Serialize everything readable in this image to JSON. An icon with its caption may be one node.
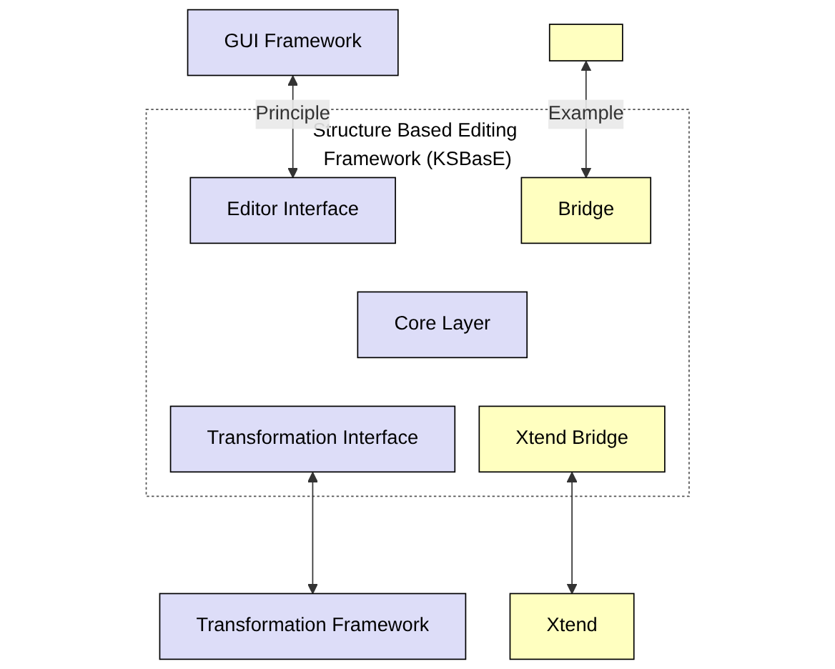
{
  "diagram": {
    "nodes": [
      {
        "text": [
          "GUI Framework"
        ]
      },
      {
        "text": [],
        "shape": "box"
      },
      {
        "text": [
          "Structure Based Editing Framework (KSBasE)"
        ]
      },
      {
        "text": [
          "Editor Interface"
        ],
        "in": 2
      },
      {
        "text": [
          "Bridge"
        ],
        "in": 2
      },
      {
        "text": [
          "Core Layer"
        ],
        "in": 2
      },
      {
        "text": [
          "Transformation Interface"
        ],
        "in": 2
      },
      {
        "text": [
          "Xtend Bridge"
        ],
        "in": 2
      },
      {
        "text": [
          "Transformation Framework"
        ]
      },
      {
        "text": [
          "Xtend"
        ]
      }
    ],
    "edges": [
      {
        "from": 0,
        "to": 3,
        "arrow": "both",
        "label": "Principle"
      },
      {
        "from": 1,
        "to": 4,
        "arrow": "both",
        "label": "Example"
      },
      {
        "from": 6,
        "to": 8,
        "arrow": "both"
      },
      {
        "from": 7,
        "to": 9,
        "arrow": "both"
      }
    ]
  }
}
